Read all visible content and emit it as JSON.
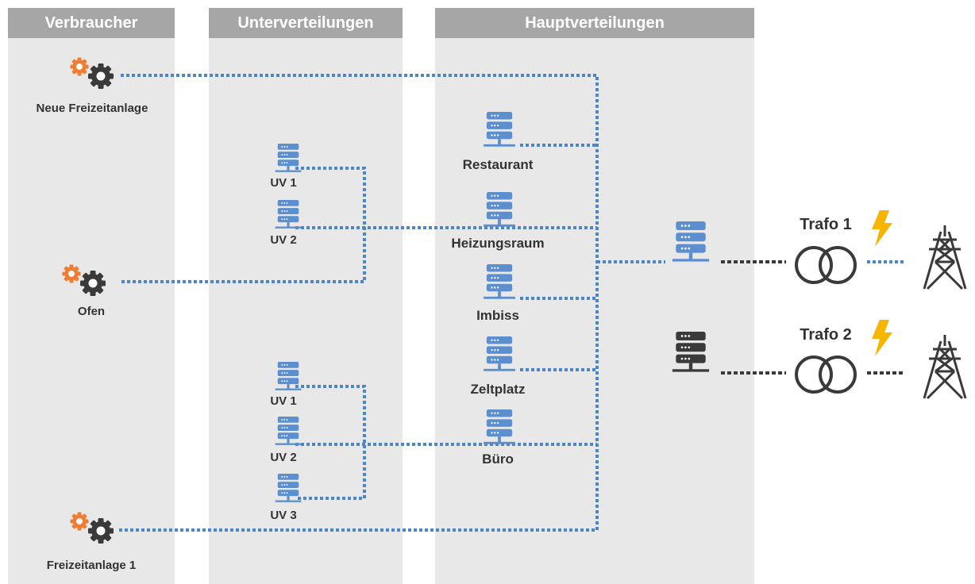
{
  "columns": {
    "consumers": "Verbraucher",
    "sub": "Unterverteilungen",
    "main": "Hauptverteilungen"
  },
  "consumers": [
    {
      "label": "Neue Freizeitanlage",
      "icon": "gears-icon"
    },
    {
      "label": "Ofen",
      "icon": "gears-icon"
    },
    {
      "label": "Freizeitanlage 1",
      "icon": "gears-icon"
    }
  ],
  "sub_distributions": {
    "group1": [
      "UV 1",
      "UV 2"
    ],
    "group2": [
      "UV 1",
      "UV 2",
      "UV 3"
    ]
  },
  "main_distributions": [
    "Restaurant",
    "Heizungsraum",
    "Imbiss",
    "Zeltplatz",
    "Büro"
  ],
  "transformers": [
    {
      "label": "Trafo 1",
      "active": true
    },
    {
      "label": "Trafo 2",
      "active": false
    }
  ],
  "colors": {
    "active_line": "#4a86c8",
    "inactive_line": "#3a3a3a",
    "server_active": "#5b8fd0",
    "server_inactive": "#3a3a3a",
    "gear_orange": "#f07d32",
    "gear_dark": "#3a3a3a",
    "bolt": "#f7b500",
    "column_bg": "#e8e8e8",
    "header_bg": "#a6a6a6"
  }
}
